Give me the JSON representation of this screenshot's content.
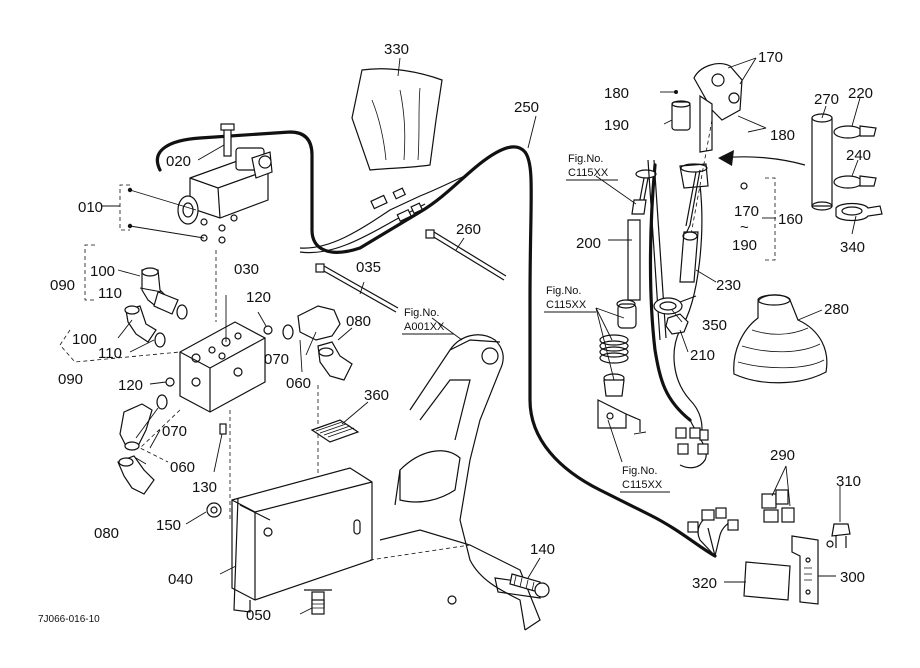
{
  "drawing_code": "7J066-016-10",
  "parts": {
    "p010": "010",
    "p020": "020",
    "p030": "030",
    "p035": "035",
    "p040": "040",
    "p050": "050",
    "p060a": "060",
    "p060b": "060",
    "p070a": "070",
    "p070b": "070",
    "p080a": "080",
    "p080b": "080",
    "p090a": "090",
    "p090b": "090",
    "p100a": "100",
    "p100b": "100",
    "p110a": "110",
    "p110b": "110",
    "p120a": "120",
    "p120b": "120",
    "p130": "130",
    "p140": "140",
    "p150": "150",
    "p160": "160",
    "p170a": "170",
    "p170b": "170",
    "p180a": "180",
    "p180b": "180",
    "p190a": "190",
    "p190b": "190",
    "p200": "200",
    "p210": "210",
    "p220": "220",
    "p230": "230",
    "p240": "240",
    "p250": "250",
    "p260": "260",
    "p270": "270",
    "p280": "280",
    "p290": "290",
    "p300": "300",
    "p310": "310",
    "p320": "320",
    "p330": "330",
    "p340": "340",
    "p350": "350",
    "p360": "360",
    "tilde": "~"
  },
  "fig_refs": {
    "r1_line1": "Fig.No.",
    "r1_line2": "C115XX",
    "r2_line1": "Fig.No.",
    "r2_line2": "C115XX",
    "r3_line1": "Fig.No.",
    "r3_line2": "C115XX",
    "r4_line1": "Fig.No.",
    "r4_line2": "A001XX"
  }
}
